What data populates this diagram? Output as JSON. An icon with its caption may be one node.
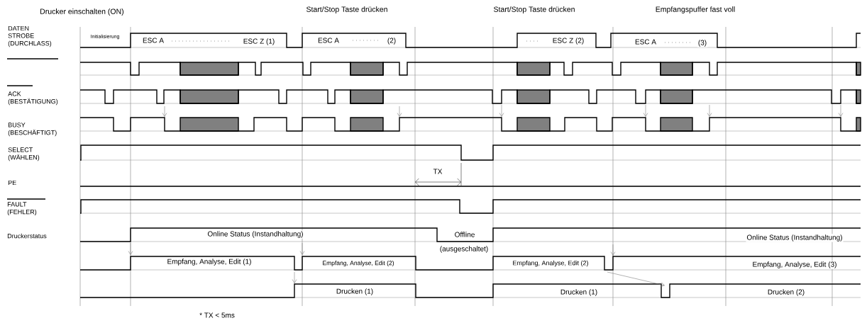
{
  "diagram": {
    "labels": [
      "Drucker einschalten (ON)",
      "Start/Stop Taste drücken",
      "Start/Stop Taste drücken",
      "Empfangspuffer fast voll",
      "DATEN",
      "STROBE (DURCHLASS)",
      "Initialisierung",
      "ESC A",
      "ESC Z (1)",
      "ESC A",
      "(2)",
      "ESC Z (2)",
      "ESC A",
      "(3)",
      "ACK (BESTÄTIGUNG)",
      "BUSY (BESCHÄFTIGT)",
      "SELECT (WÄHLEN)",
      "TX",
      "PE",
      "FAULT (FEHLER)",
      "Druckerstatus",
      "Online Status (Instandhaltung)",
      "Offline",
      "(ausgeschaltet)",
      "Online Status (Instandhaltung)",
      "Empfang, Analyse, Edit (1)",
      "Empfang, Analyse, Edit (2)",
      "Empfang, Analyse, Edit (2)",
      "Empfang, Analyse, Edit (3)",
      "Drucken (1)",
      "Drucken (1)",
      "Drucken (2)",
      "* TX < 5ms"
    ]
  }
}
